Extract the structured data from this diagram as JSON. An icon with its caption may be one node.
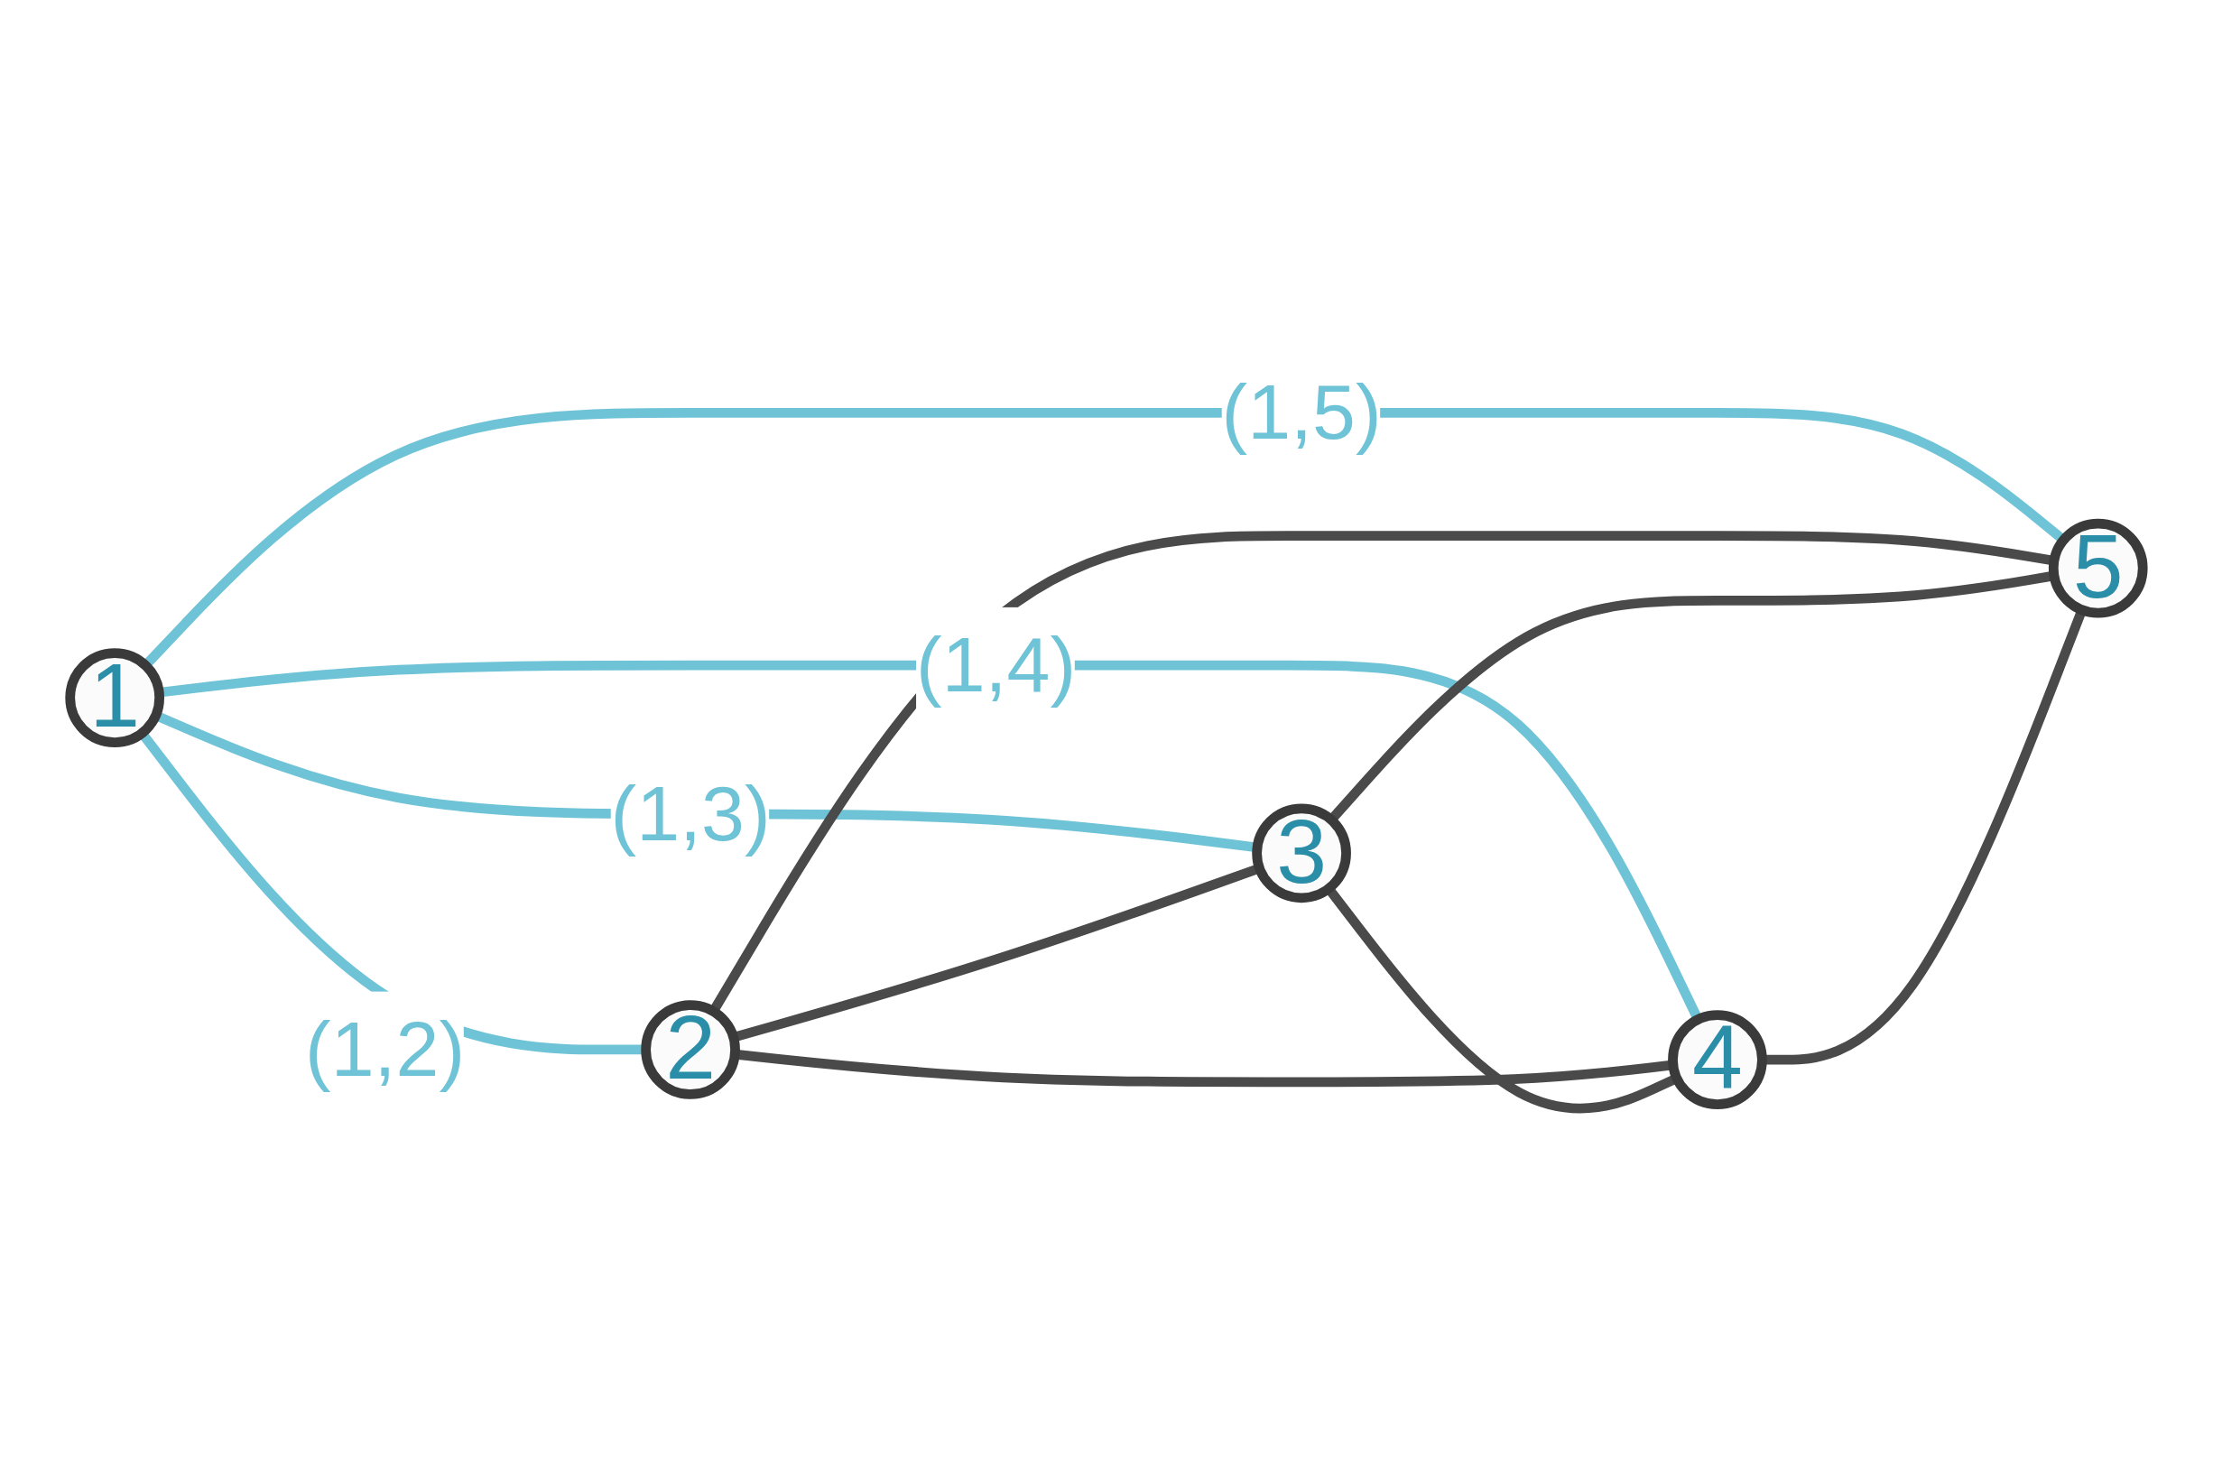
{
  "diagram": {
    "nodes": [
      {
        "text": [
          "3"
        ]
      },
      {
        "text": [
          "2"
        ]
      },
      {
        "text": [
          "4"
        ]
      },
      {
        "text": [
          "1"
        ]
      },
      {
        "text": [
          "5"
        ]
      }
    ],
    "edges": [
      {
        "from": 3,
        "to": 1,
        "arrow": "none",
        "label": "(1,2)",
        "color": "#6fc3d6"
      },
      {
        "from": 3,
        "to": 0,
        "arrow": "none",
        "label": "(1,3)",
        "color": "#6fc3d6"
      },
      {
        "from": 3,
        "to": 2,
        "arrow": "none",
        "label": "(1,4)",
        "color": "#6fc3d6"
      },
      {
        "from": 3,
        "to": 4,
        "arrow": "none",
        "label": "(1,5)",
        "color": "#6fc3d6"
      },
      {
        "from": 1,
        "to": 0,
        "arrow": "none"
      },
      {
        "from": 1,
        "to": 2,
        "arrow": "none"
      },
      {
        "from": 1,
        "to": 4,
        "arrow": "none"
      },
      {
        "from": 0,
        "to": 2,
        "arrow": "none"
      },
      {
        "from": 0,
        "to": 4,
        "arrow": "none"
      },
      {
        "from": 2,
        "to": 4,
        "arrow": "none"
      }
    ]
  }
}
